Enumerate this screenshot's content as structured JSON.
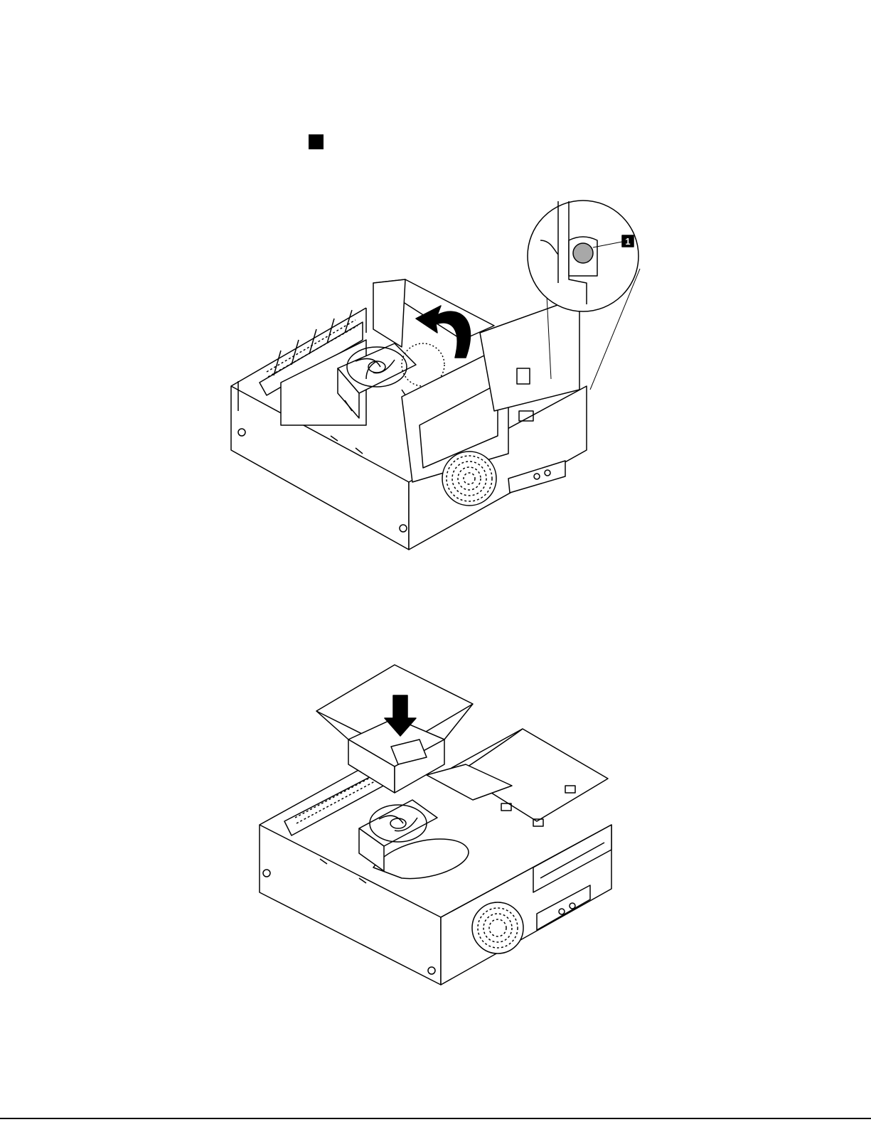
{
  "figures": [
    {
      "callouts": [
        {
          "label": "1"
        }
      ],
      "arrow_direction": "curved-up"
    },
    {
      "callouts": [],
      "arrow_direction": "down"
    }
  ],
  "colors": {
    "ink": "#000000",
    "paper": "#ffffff",
    "callout_fill": "#000000",
    "latch_gray": "#a8a8a8"
  }
}
